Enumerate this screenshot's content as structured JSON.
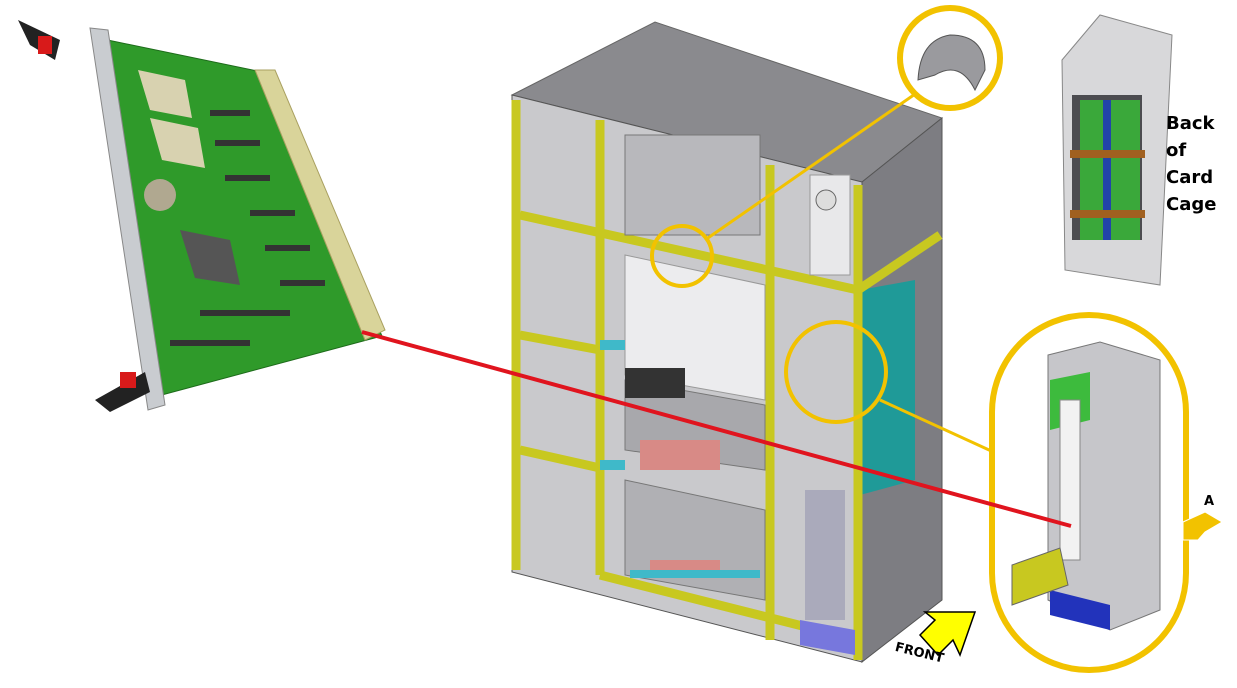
{
  "labels": {
    "back_of_card_cage": [
      "Back",
      "of",
      "Card",
      "Cage"
    ],
    "front": "FRONT",
    "view_a": "A"
  },
  "colors": {
    "callout_yellow": "#f2c200",
    "pointer_red": "#e0141e",
    "pcb_green": "#2f9a2a",
    "frame_yellow": "#c8c820",
    "panel_gray": "#8f8f94",
    "teal_panel": "#1f9a98"
  }
}
